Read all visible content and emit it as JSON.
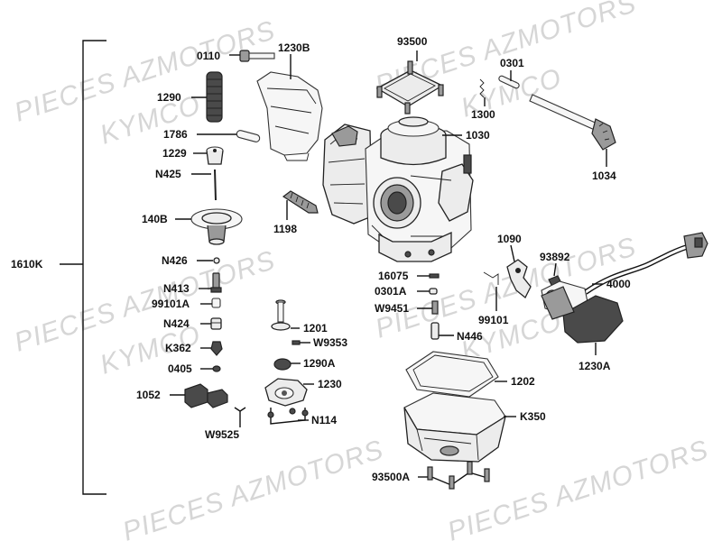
{
  "watermark": {
    "text_a": "PIECES AZMOTORS",
    "text_b": "KYMCO"
  },
  "colors": {
    "line": "#111111",
    "part_fill": "#ececec",
    "dark_fill": "#4a4a4a",
    "watermark": "#d6d6d6"
  },
  "labels": {
    "k1610": "1610K",
    "p0110": "0110",
    "p1230b": "1230B",
    "p1290": "1290",
    "p1786": "1786",
    "p1229": "1229",
    "n425": "N425",
    "p140b": "140B",
    "p1198": "1198",
    "n426": "N426",
    "n413": "N413",
    "p99101a": "99101A",
    "n424": "N424",
    "k362": "K362",
    "p0405": "0405",
    "p1052": "1052",
    "w9525": "W9525",
    "p1201": "1201",
    "w9353": "W9353",
    "p1290a": "1290A",
    "p1230": "1230",
    "n114": "N114",
    "p93500": "93500",
    "p0301": "0301",
    "p1300": "1300",
    "p1030": "1030",
    "p1034": "1034",
    "p1090": "1090",
    "p93892": "93892",
    "p4000": "4000",
    "p16075": "16075",
    "p0301a": "0301A",
    "w9451": "W9451",
    "p99101": "99101",
    "n446": "N446",
    "p1230a": "1230A",
    "p1202": "1202",
    "k350": "K350",
    "p93500a": "93500A"
  }
}
